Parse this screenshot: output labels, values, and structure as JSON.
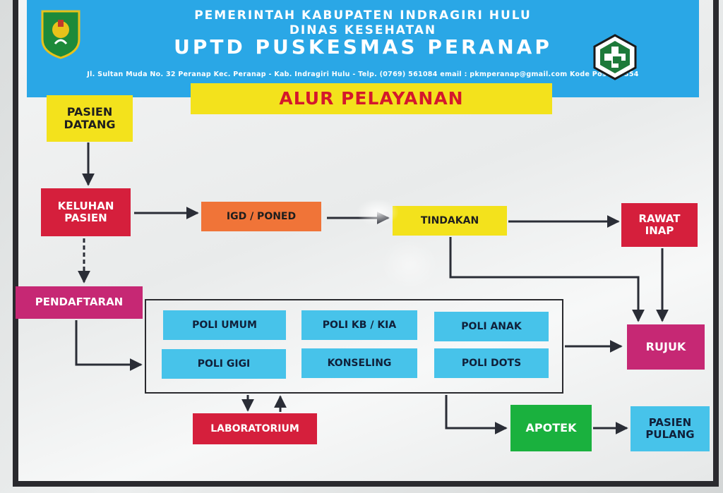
{
  "header": {
    "line1": "PEMERINTAH KABUPATEN INDRAGIRI HULU",
    "line2": "DINAS KESEHATAN",
    "line3": "UPTD PUSKESMAS PERANAP",
    "address": "Jl. Sultan Muda No. 32 Peranap Kec. Peranap - Kab. Indragiri Hulu - Telp. (0769) 561084 email : pkmperanap@gmail.com Kode Pos : 29354"
  },
  "title": "ALUR PELAYANAN",
  "nodes": {
    "pasien_datang": "PASIEN DATANG",
    "keluhan_pasien": "KELUHAN PASIEN",
    "igd_poned": "IGD / PONED",
    "tindakan": "TINDAKAN",
    "rawat_inap": "RAWAT INAP",
    "pendaftaran": "PENDAFTARAN",
    "rujuk": "RUJUK",
    "laboratorium": "LABORATORIUM",
    "apotek": "APOTEK",
    "pasien_pulang": "PASIEN PULANG"
  },
  "poli": [
    "POLI UMUM",
    "POLI KB / KIA",
    "POLI ANAK",
    "POLI GIGI",
    "KONSELING",
    "POLI DOTS"
  ],
  "colors": {
    "header_blue": "#2aa7e6",
    "yellow": "#f3e21c",
    "red": "#d51f3c",
    "orange": "#f07438",
    "magenta": "#c62874",
    "cyan": "#47c3ea",
    "green": "#1ab13e",
    "title_text": "#d4182c"
  },
  "icons": {
    "left_logo": "regency-crest-icon",
    "right_logo": "puskesmas-house-cross-icon"
  }
}
